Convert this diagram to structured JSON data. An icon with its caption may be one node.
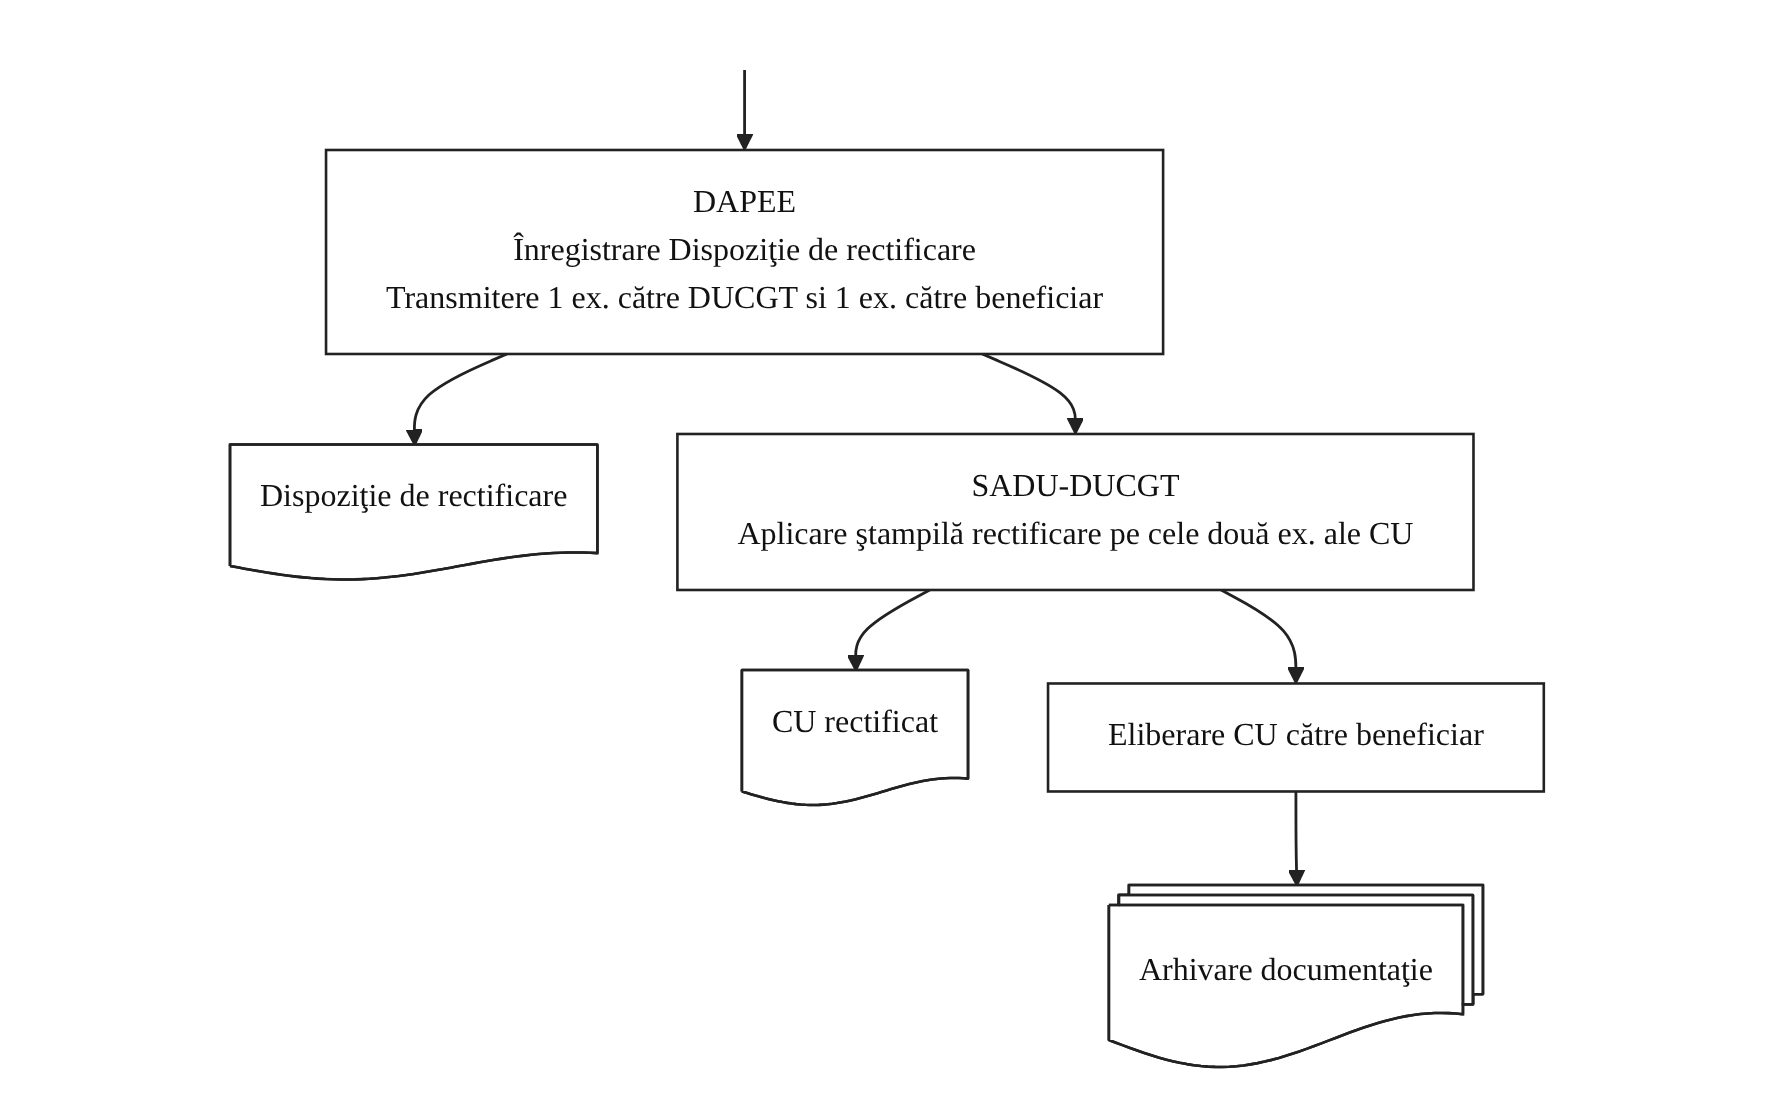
{
  "diagram": {
    "nodes": [
      {
        "text": [
          "DAPEE",
          "Înregistrare Dispoziţie de rectificare",
          "Transmitere 1 ex. către DUCGT si 1 ex. către beneficiar"
        ]
      },
      {
        "text": [
          "Dispoziţie de rectificare"
        ]
      },
      {
        "text": [
          "SADU-DUCGT",
          "Aplicare ştampilă rectificare pe cele două ex. ale CU"
        ]
      },
      {
        "text": [
          "CU rectificat"
        ]
      },
      {
        "text": [
          "Eliberare CU către beneficiar"
        ]
      },
      {
        "text": [
          "Arhivare documentaţie"
        ]
      }
    ],
    "edges": [
      {
        "from": null,
        "to": 0,
        "arrow": "to"
      },
      {
        "from": 0,
        "to": 1,
        "arrow": "to"
      },
      {
        "from": 0,
        "to": 2,
        "arrow": "to"
      },
      {
        "from": 2,
        "to": 3,
        "arrow": "to"
      },
      {
        "from": 2,
        "to": 4,
        "arrow": "to"
      },
      {
        "from": 4,
        "to": 5,
        "arrow": "to"
      }
    ]
  }
}
